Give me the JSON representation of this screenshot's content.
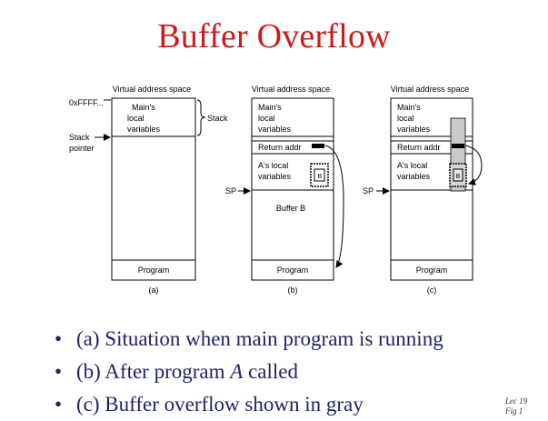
{
  "slide": {
    "title": "Buffer Overflow",
    "bullets": [
      {
        "prefix": "(a) Situation when main program is running",
        "emph": "",
        "suffix": ""
      },
      {
        "prefix": "(b) After program ",
        "emph": "A",
        "suffix": " called"
      },
      {
        "prefix": "(c) Buffer overflow shown in gray",
        "emph": "",
        "suffix": ""
      }
    ],
    "footer_line1": "Lec 19",
    "footer_line2": "Fig 1"
  },
  "figure": {
    "header": "Virtual address space",
    "address_label": "0xFFFF...",
    "stack_label": "Stack",
    "stack_pointer_line1": "Stack",
    "stack_pointer_line2": "pointer",
    "sp_label": "SP",
    "mains_line1": "Main's",
    "mains_line2": "local",
    "mains_line3": "variables",
    "return_addr": "Return addr",
    "a_local_line1": "A's local",
    "a_local_line2": "variables",
    "buffer_b": "Buffer B",
    "b_letter": "B",
    "program": "Program",
    "captions": [
      "(a)",
      "(b)",
      "(c)"
    ]
  }
}
